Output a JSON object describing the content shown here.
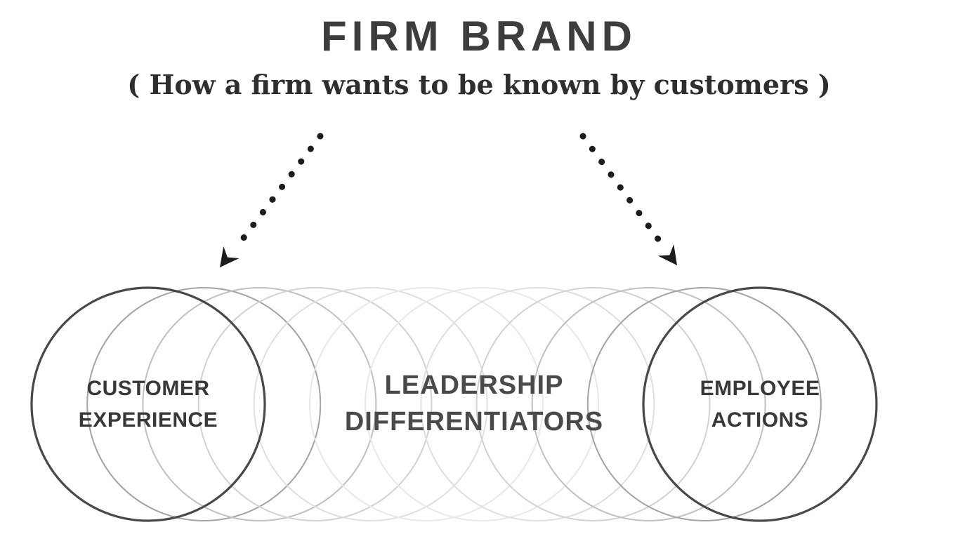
{
  "title": "FIRM BRAND",
  "subtitle": "( How a firm wants to be known by customers )",
  "venn": {
    "left_circle": {
      "line1": "CUSTOMER",
      "line2": "EXPERIENCE"
    },
    "center": {
      "line1": "LEADERSHIP",
      "line2": "DIFFERENTIATORS"
    },
    "right_circle": {
      "line1": "EMPLOYEE",
      "line2": "ACTIONS"
    }
  },
  "colors": {
    "background": "#ffffff",
    "title_text": "#3d3d3d",
    "subtitle_text": "#2e2e2e",
    "side_label_text": "#383838",
    "center_label_text": "#4a4a4a",
    "arrow": "#1c1c1c",
    "edge_circle_stroke": "#484848",
    "chain_strokes": [
      "#a3a3a3",
      "#c0c0c0",
      "#d2d2d2",
      "#dfdfdf",
      "#e8e8e8",
      "#e8e8e8",
      "#dfdfdf",
      "#d2d2d2",
      "#c0c0c0",
      "#a3a3a3"
    ]
  },
  "chain": {
    "circle_count": 12
  }
}
